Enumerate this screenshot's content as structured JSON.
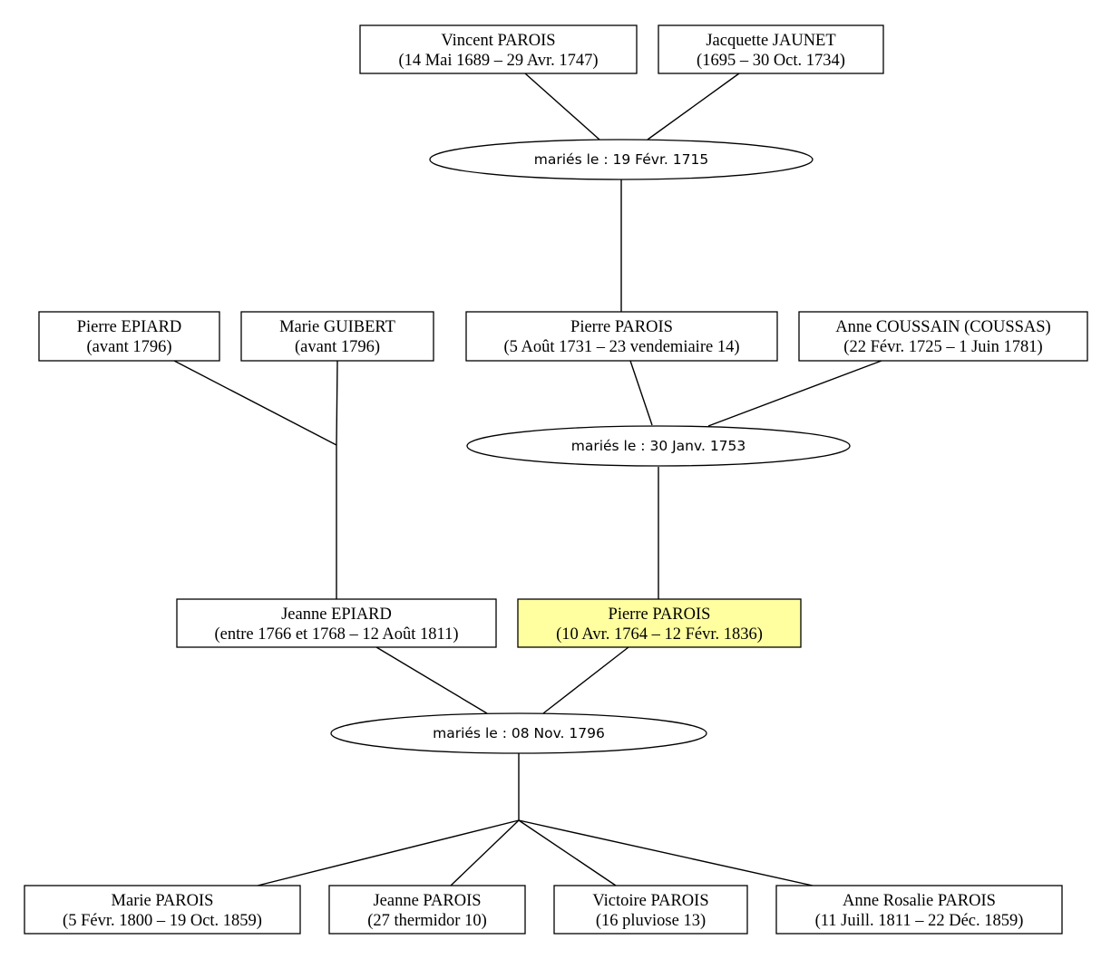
{
  "colors": {
    "highlight_fill": "#ffffa0",
    "box_fill": "#ffffff",
    "stroke": "#000000"
  },
  "persons": {
    "vincent_parois": {
      "name": "Vincent PAROIS",
      "dates": "(14 Mai 1689 – 29 Avr. 1747)"
    },
    "jacquette_jaunet": {
      "name": "Jacquette JAUNET",
      "dates": "(1695 – 30 Oct. 1734)"
    },
    "pierre_epiard": {
      "name": "Pierre EPIARD",
      "dates": "(avant 1796)"
    },
    "marie_guibert": {
      "name": "Marie GUIBERT",
      "dates": "(avant 1796)"
    },
    "pierre_parois_1731": {
      "name": "Pierre PAROIS",
      "dates": "(5 Août 1731 – 23 vendemiaire 14)"
    },
    "anne_coussain": {
      "name": "Anne COUSSAIN (COUSSAS)",
      "dates": "(22 Févr. 1725 – 1 Juin 1781)"
    },
    "jeanne_epiard": {
      "name": "Jeanne EPIARD",
      "dates": "(entre 1766 et 1768 – 12 Août 1811)"
    },
    "pierre_parois_1764": {
      "name": "Pierre PAROIS",
      "dates": "(10 Avr. 1764 – 12 Févr. 1836)"
    },
    "marie_parois": {
      "name": "Marie PAROIS",
      "dates": "(5 Févr. 1800 – 19 Oct. 1859)"
    },
    "jeanne_parois": {
      "name": "Jeanne PAROIS",
      "dates": "(27 thermidor 10)"
    },
    "victoire_parois": {
      "name": "Victoire PAROIS",
      "dates": "(16 pluviose 13)"
    },
    "anne_rosalie_parois": {
      "name": "Anne Rosalie PAROIS",
      "dates": "(11 Juill. 1811 – 22 Déc. 1859)"
    }
  },
  "marriages": {
    "m1715": {
      "label": "mariés le : 19 Févr. 1715"
    },
    "m1753": {
      "label": "mariés le : 30 Janv. 1753"
    },
    "m1796": {
      "label": "mariés le : 08 Nov. 1796"
    }
  }
}
